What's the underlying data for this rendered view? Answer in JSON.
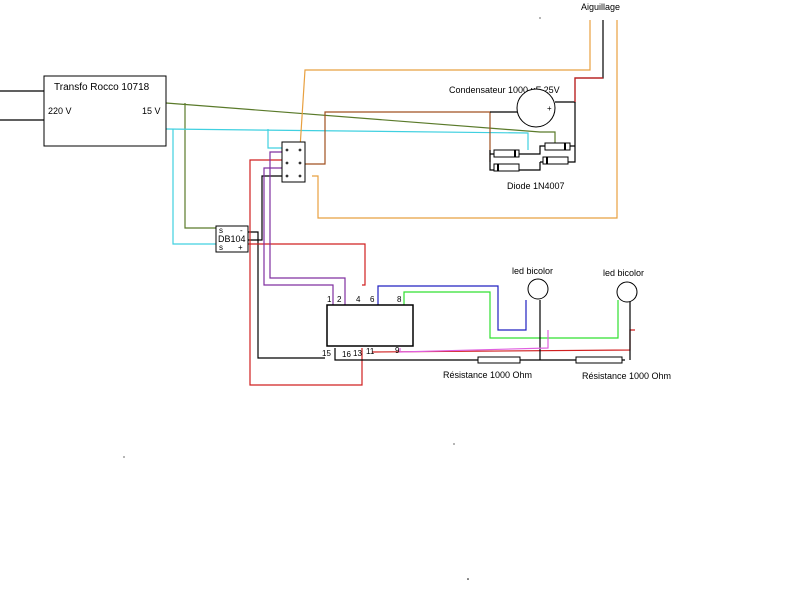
{
  "title": "Aiguillage",
  "transformer": {
    "label": "Transfo Rocco 10718",
    "input_label": "220 V",
    "output_label": "15 V"
  },
  "bridge": {
    "label": "DB104",
    "pin_s_top": "s",
    "pin_s_bottom": "s",
    "pin_minus": "-",
    "pin_plus": "+"
  },
  "capacitor": {
    "label": "Condensateur 1000 uF 25V",
    "plus": "+"
  },
  "diode_label": "Diode 1N4007",
  "ic": {
    "top_pins": [
      "1",
      "2",
      "4",
      "6",
      "8"
    ],
    "bottom_pins": [
      "15",
      "16",
      "13",
      "11",
      "9"
    ]
  },
  "leds": [
    "led bicolor",
    "led bicolor"
  ],
  "resistors": [
    "Résistance 1000 Ohm",
    "Résistance 1000 Ohm"
  ],
  "wire_colors": {
    "black": "#000000",
    "orange": "#e8a040",
    "green": "#5a7a2a",
    "cyan": "#40d0e0",
    "red": "#d02020",
    "purple": "#8030a0",
    "blue": "#2020c0",
    "bright_green": "#30e030",
    "pink": "#e060e0",
    "brown": "#a05020"
  }
}
